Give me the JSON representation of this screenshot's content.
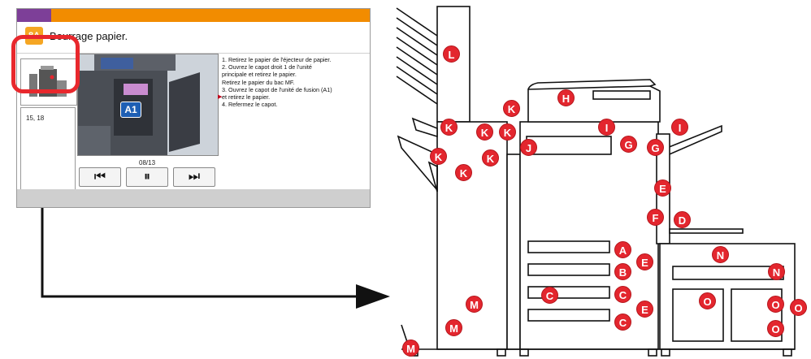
{
  "panel": {
    "title": "Bourrage papier.",
    "warning_icon_glyph": "8A",
    "jam_codes": "15, 18",
    "photo_badge": "A1",
    "page_indicator": "08/13",
    "instructions": [
      "1. Retirez le papier de l'éjecteur de papier.",
      "2. Ouvrez le capot droit 1 de l'unité",
      "principale et retirez le papier.",
      "Retirez le papier du bac MF.",
      "3. Ouvrez le capot de l'unité de fusion (A1)",
      "et retirez le papier.",
      "4. Refermez le capot."
    ],
    "controls": {
      "prev": "⏮",
      "pause": "⏸",
      "next": "⏭"
    },
    "colors": {
      "topbar": "#f28c00",
      "accent_purple": "#7d3f98",
      "highlight": "#e8282d"
    }
  },
  "diagram_labels": {
    "L": "L",
    "H": "H",
    "K": "K",
    "I": "I",
    "J": "J",
    "G": "G",
    "E": "E",
    "F": "F",
    "D": "D",
    "A": "A",
    "B": "B",
    "C": "C",
    "N": "N",
    "M": "M",
    "O": "O"
  },
  "label_color": "#e3262e"
}
